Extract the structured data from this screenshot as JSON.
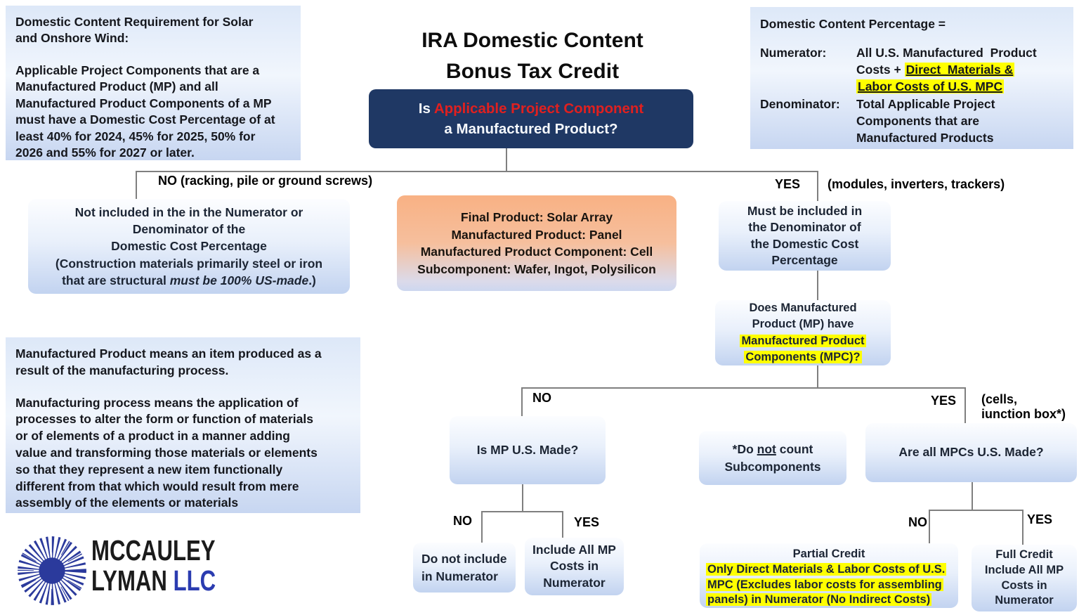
{
  "colors": {
    "navy_box": "#1f3864",
    "red_emphasis": "#e0201f",
    "yellow_highlight": "#ffff00",
    "connector_gray": "#7f7f7f",
    "light_blue_box_bottom": "#c2d3f0",
    "peach_box_top": "#f8b184",
    "logo_blue": "#2b3a9c"
  },
  "header": {
    "title_line1": "IRA Domestic Content",
    "title_line2": "Bonus Tax Credit"
  },
  "requirement_note": {
    "heading": "Domestic Content Requirement for Solar\nand Onshore Wind:",
    "body": "Applicable Project Components that are a\nManufactured Product (MP) and all\nManufactured Product Components of a MP\nmust have a Domestic Cost Percentage of at\nleast 40% for 2024, 45% for 2025, 50% for\n2026 and 55% for 2027 or later."
  },
  "formula": {
    "heading": "Domestic Content Percentage =",
    "numerator_label": "Numerator:",
    "numerator_line1": "All U.S. Manufactured  Product",
    "numerator_line2_plain": "Costs + ",
    "numerator_line2_highlight": "Direct  Materials &",
    "numerator_line3_highlight": "Labor Costs of U.S. MPC",
    "denominator_label": "Denominator:",
    "denominator_value": "Total Applicable Project\nComponents that are\nManufactured Products"
  },
  "flow": {
    "root": {
      "lead": "Is ",
      "emphasis": "Applicable Project Component",
      "line2": "a Manufactured Product?"
    },
    "no_branch": {
      "label": "NO (racking, pile or ground screws)",
      "line1": "Not included in the  in the Numerator or",
      "line2": "Denominator of the",
      "line3": "Domestic Cost Percentage",
      "line4": "(Construction materials primarily steel or iron",
      "line5_plain": "that are structural ",
      "line5_italic": "must be 100% US-made",
      "line5_tail": ".)"
    },
    "example": {
      "line1": "Final Product: Solar Array",
      "line2": "Manufactured Product: Panel",
      "line3": "Manufactured Product Component: Cell",
      "line4": "Subcomponent: Wafer, Ingot, Polysilicon"
    },
    "yes_branch": {
      "label": "YES",
      "note": "(modules, inverters, trackers)",
      "must_box": "Must be included in\nthe Denominator of\nthe Domestic Cost\nPercentage"
    },
    "mpc_question": {
      "line1": "Does Manufactured",
      "line2": "Product (MP) have",
      "line3_highlight": "Manufactured Product",
      "line4_highlight": "Components (MPC)?",
      "no_label": "NO",
      "yes_label": "YES",
      "yes_note_line1": "(cells,",
      "yes_note_line2": "iunction box*)"
    },
    "mp_made": {
      "question": "Is MP U.S. Made?",
      "no_label": "NO",
      "yes_label": "YES",
      "no_result": "Do not include\nin Numerator",
      "yes_result": "Include All MP\nCosts in\nNumerator"
    },
    "subnote": {
      "line1_pre": "*Do ",
      "line1_underline": "not",
      "line1_post": " count",
      "line2": "Subcomponents"
    },
    "mpcs_made": {
      "question": "Are all MPCs U.S. Made?",
      "no_label": "NO",
      "yes_label": "YES",
      "partial_title": "Partial Credit",
      "partial_hl1": "Only Direct Materials & Labor Costs of U.S.",
      "partial_hl2": "MPC (Excludes labor costs for assembling",
      "partial_hl3": "panels) in Numerator (No Indirect Costs)",
      "full_result": "Full Credit\nInclude All MP\nCosts in\nNumerator"
    }
  },
  "definitions": {
    "para1": "Manufactured Product means an item produced as a\nresult of the manufacturing process.",
    "para2": "Manufacturing process means the application of\nprocesses to alter the form or function of materials\nor of elements of a product in a manner adding\nvalue and transforming those materials or elements\nso that they represent a new item functionally\ndifferent from that which would result from mere\nassembly of the elements or materials"
  },
  "logo": {
    "line1": "MCCAULEY",
    "line2_black": "LYMAN ",
    "line2_blue": "LLC"
  }
}
